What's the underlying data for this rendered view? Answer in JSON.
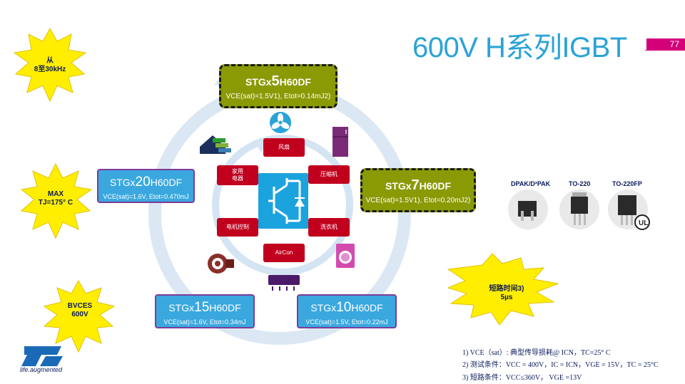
{
  "slide": {
    "title": "600V H系列IGBT",
    "page_number": "77"
  },
  "stars": {
    "freq": {
      "line1": "从",
      "line2": "8至30kHz"
    },
    "temp": {
      "line1": "MAX",
      "line2": "TJ=175° C"
    },
    "bvces": {
      "line1": "BVCES",
      "line2": "600V"
    },
    "short": {
      "line1": "短路时间3)",
      "line2": "5µs"
    }
  },
  "products": {
    "top": {
      "name_prefix": "STGx",
      "name_big": "5",
      "name_suffix": "H60DF",
      "spec": "VCE(sat)=1.5V1), Etot=0.14mJ2)"
    },
    "right": {
      "name_prefix": "STGx",
      "name_big": "7",
      "name_suffix": "H60DF",
      "spec": "VCE(sat)=1.5V1), Etot=0.20mJ2)"
    },
    "left": {
      "name_prefix": "STGx",
      "name_big": "20",
      "name_suffix": "H60DF",
      "spec": "VCE(sat)=1.6V, Etot=0.470mJ"
    },
    "bottom_left": {
      "name_prefix": "STGx",
      "name_big": "15",
      "name_suffix": "H60DF",
      "spec": "VCE(sat)=1.6V, Etot=0.34mJ"
    },
    "bottom_right": {
      "name_prefix": "STGx",
      "name_big": "10",
      "name_suffix": "H60DF",
      "spec": "VCE(sat)=1.5V, Etot=0.22mJ"
    }
  },
  "applications": {
    "fan": "风扇",
    "appliance": "家用\n电器",
    "compressor": "压缩机",
    "motor": "电机控制",
    "washer": "洗衣机",
    "aircon": "AirCon"
  },
  "packages": [
    "DPAK/D²PAK",
    "TO-220",
    "TO-220FP"
  ],
  "footnotes": {
    "n1": "1) VCE（sat）: 典型传导损耗@ ICN，TC=25° C",
    "n2": "2) 测试条件：VCC = 400V，IC = ICN，VGE = 15V，TC = 25°C",
    "n3": "3) 短路条件：VCC≤360V，  VGE =13V"
  },
  "logo": {
    "tagline": "life.augmented"
  },
  "colors": {
    "accent_blue": "#2aa3d8",
    "brand_magenta": "#d4007a",
    "olive": "#8a9a05",
    "app_red": "#c1001e",
    "star_yellow": "#ffee00"
  }
}
